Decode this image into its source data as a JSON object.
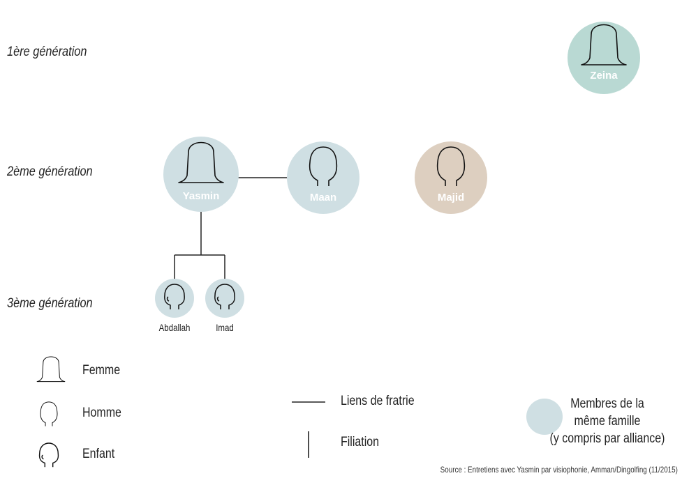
{
  "generations": [
    {
      "id": "gen1",
      "label": "1ère génération"
    },
    {
      "id": "gen2",
      "label": "2ème génération"
    },
    {
      "id": "gen3",
      "label": "3ème génération"
    }
  ],
  "nodes": [
    {
      "id": "zeina",
      "name": "Zeina",
      "kind": "femme",
      "color": "#b9d9d3"
    },
    {
      "id": "yasmin",
      "name": "Yasmin",
      "kind": "femme",
      "color": "#cfdfe3"
    },
    {
      "id": "maan",
      "name": "Maan",
      "kind": "homme",
      "color": "#cfdfe3"
    },
    {
      "id": "majid",
      "name": "Majid",
      "kind": "homme",
      "color": "#ddcfc0"
    },
    {
      "id": "abdallah",
      "name": "Abdallah",
      "kind": "enfant",
      "color": "#cfdfe3"
    },
    {
      "id": "imad",
      "name": "Imad",
      "kind": "enfant",
      "color": "#cfdfe3"
    }
  ],
  "links": [
    {
      "type": "fratrie",
      "from": "yasmin",
      "to": "maan"
    },
    {
      "type": "filiation",
      "from": "yasmin",
      "to": [
        "abdallah",
        "imad"
      ]
    }
  ],
  "legend": {
    "femme": "Femme",
    "homme": "Homme",
    "enfant": "Enfant",
    "fratrie": "Liens de fratrie",
    "filiation": "Filiation",
    "family_lines": [
      "Membres de la",
      "même famille",
      "(y compris par alliance)"
    ],
    "family_color": "#cfdfe3"
  },
  "source": "Source : Entretiens avec Yasmin par visiophonie, Amman/Dingolfing (11/2015)"
}
